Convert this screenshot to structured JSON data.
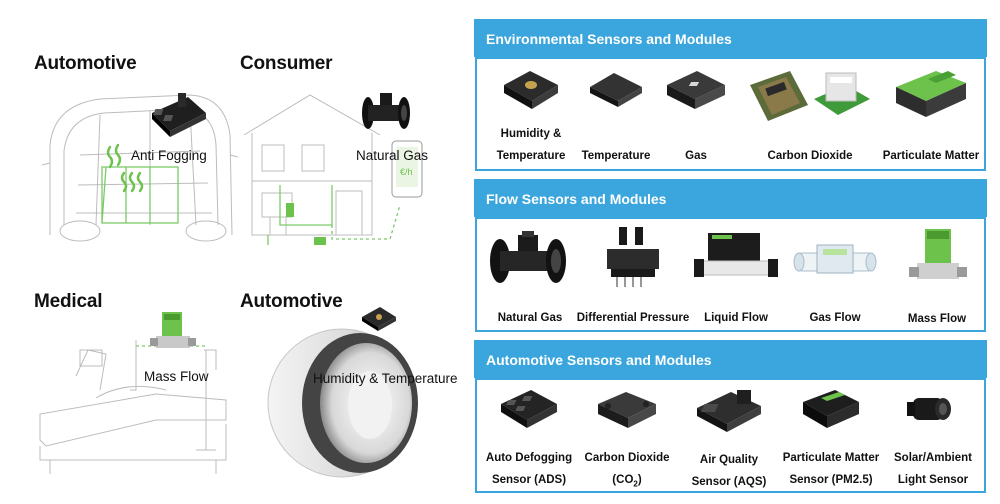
{
  "applications": [
    {
      "title": "Automotive",
      "label": "Anti Fogging"
    },
    {
      "title": "Consumer",
      "label": "Natural Gas"
    },
    {
      "title": "Medical",
      "label": "Mass Flow"
    },
    {
      "title": "Automotive",
      "label": "Humidity & Temperature"
    }
  ],
  "environmental": {
    "header": "Environmental Sensors and Modules",
    "products": [
      {
        "line1": "Humidity &",
        "line2": "Temperature"
      },
      {
        "line1": "Temperature"
      },
      {
        "line1": "Gas"
      },
      {
        "line1": "Carbon Dioxide"
      },
      {
        "line1": "Particulate Matter"
      }
    ]
  },
  "flow": {
    "header": "Flow Sensors and Modules",
    "products": [
      {
        "line1": "Natural Gas"
      },
      {
        "line1": "Differential Pressure"
      },
      {
        "line1": "Liquid Flow"
      },
      {
        "line1": "Gas Flow"
      },
      {
        "line1": "Mass Flow"
      }
    ]
  },
  "automotive": {
    "header": "Automotive Sensors and Modules",
    "products": [
      {
        "line1": "Auto Defogging",
        "line2": "Sensor (ADS)"
      },
      {
        "line1": "Carbon Dioxide",
        "line2_main": "(CO",
        "line2_sub": "2",
        "line2_end": ")"
      },
      {
        "line1": "Air Quality",
        "line2": "Sensor (AQS)"
      },
      {
        "line1": "Particulate Matter",
        "line2": "Sensor (PM2.5)"
      },
      {
        "line1": "Solar/Ambient",
        "line2": "Light Sensor"
      }
    ]
  },
  "colors": {
    "accent": "#3aa6dd",
    "sensor_green": "#6cc24a"
  }
}
